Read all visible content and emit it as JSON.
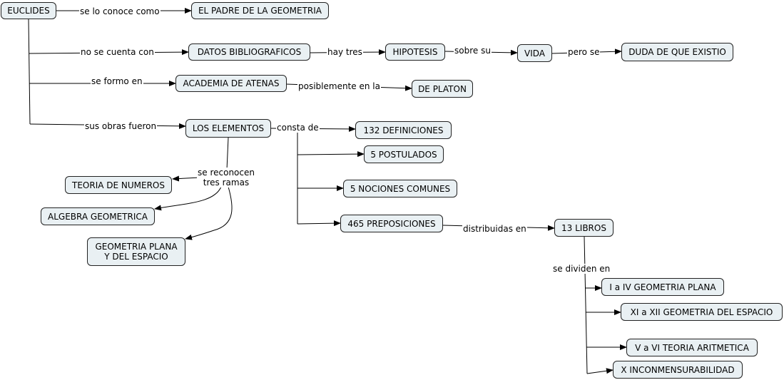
{
  "nodes": {
    "euclides": "EUCLIDES",
    "padre": "EL PADRE DE LA GEOMETRIA",
    "datos": "DATOS BIBLIOGRAFICOS",
    "hipotesis": "HIPOTESIS",
    "vida": "VIDA",
    "duda": "DUDA DE QUE EXISTIO",
    "academia": "ACADEMIA DE ATENAS",
    "platon": "DE PLATON",
    "elementos": "LOS ELEMENTOS",
    "definiciones": "132 DEFINICIONES",
    "postulados": "5 POSTULADOS",
    "nociones": "5 NOCIONES COMUNES",
    "preposiciones": "465 PREPOSICIONES",
    "libros": "13 LIBROS",
    "teoria_numeros": "TEORIA DE NUMEROS",
    "algebra": "ALGEBRA GEOMETRICA",
    "geometria_plana": "GEOMETRIA PLANA\nY DEL ESPACIO",
    "libros_i_iv": "I a IV GEOMETRIA PLANA",
    "libros_xi_xii": "XI a XII GEOMETRIA DEL ESPACIO",
    "libros_v_vi": "V a VI TEORIA ARITMETICA",
    "libro_x": "X INCONMENSURABILIDAD"
  },
  "links": {
    "se_lo_conoce": "se lo conoce como",
    "no_se_cuenta": "no se cuenta con",
    "hay_tres": "hay tres",
    "sobre_su": "sobre su",
    "pero_se": "pero se",
    "se_formo": "se formo en",
    "posiblemente": "posiblemente en la",
    "sus_obras": "sus obras fueron",
    "consta_de": "consta de",
    "se_reconocen": "se reconocen\ntres ramas",
    "distribuidas": "distribuidas en",
    "se_dividen": "se dividen en"
  }
}
